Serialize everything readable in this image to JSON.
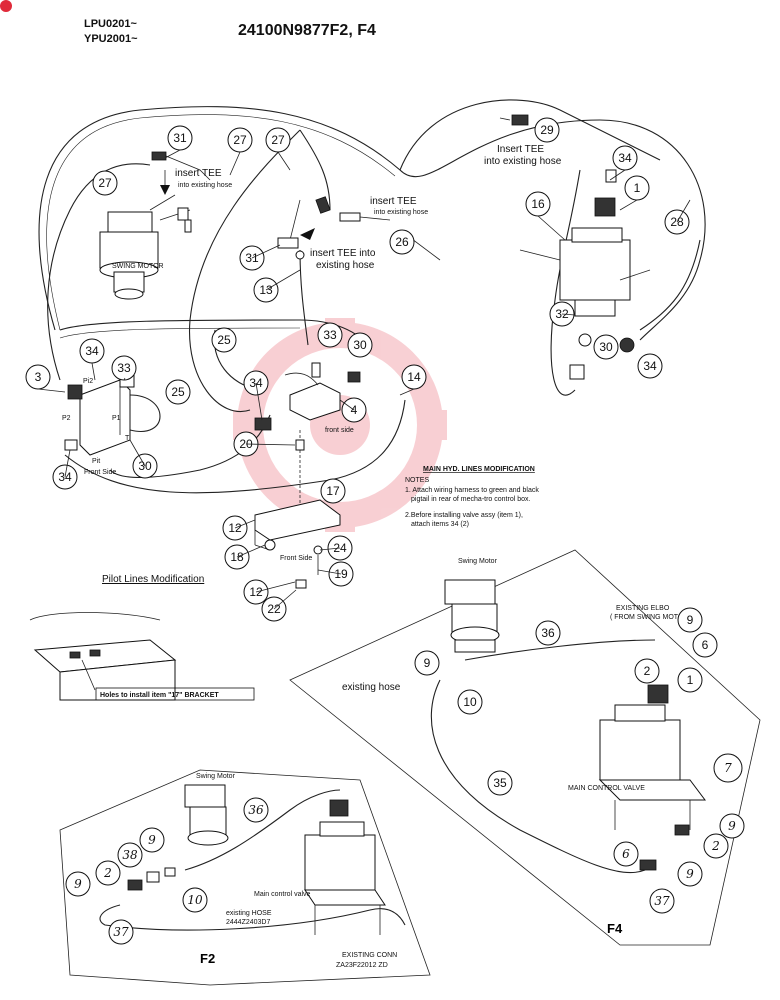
{
  "header": {
    "serial_line_1": "LPU0201~",
    "serial_line_2": "YPU2001~",
    "title": "24100N9877F2, F4"
  },
  "callouts": {
    "c1": "1",
    "c3": "3",
    "c4": "4",
    "c6": "6",
    "c9": "9",
    "c10": "10",
    "c12": "12",
    "c13": "13",
    "c14": "14",
    "c16": "16",
    "c17": "17",
    "c18": "18",
    "c19": "19",
    "c20": "20",
    "c22": "22",
    "c24": "24",
    "c25": "25",
    "c26": "26",
    "c27": "27",
    "c28": "28",
    "c29": "29",
    "c30": "30",
    "c31": "31",
    "c32": "32",
    "c33": "33",
    "c34": "34",
    "c35": "35",
    "c36": "36",
    "c37": "37",
    "c38": "38",
    "c2": "2",
    "c7": "7"
  },
  "labels": {
    "insert_tee_top_left": "insert TEE",
    "into_existing_hose_1": "into existing hose",
    "swing_motor": "SWING MOTOR",
    "insert_tee_center": "insert TEE",
    "into_existing_hose_2": "into existing hose",
    "insert_tee_into": "insert TEE into",
    "existing_hose": "existing hose",
    "insert_tee_right": "Insert TEE",
    "into_existing_hose_3": "into existing hose",
    "port_p1": "Pi2",
    "port_p2": "P2",
    "port_pt": "P1",
    "port_t": "T",
    "port_pit": "Pit",
    "front_side": "Front Side",
    "front_side_2": "front side",
    "front_side_3": "Front Side",
    "main_hyd_title": "MAIN HYD. LINES MODIFICATION",
    "notes": "NOTES",
    "note_1_line_1": "1. Attach wiring harness to green and black",
    "note_1_line_2": "pigtail in rear of mecha-tro control box.",
    "note_2_line_1": "2.Before installing valve assy (item 1),",
    "note_2_line_2": "attach items 34 (2)",
    "pilot_lines": "Pilot Lines Modification",
    "holes_label": "Holes to install item \"17\" BRACKET",
    "swing_motor_f4": "Swing Motor",
    "existing_elbo_1": "EXISTING ELBO",
    "existing_elbo_2": "( FROM SWING MOTOR)",
    "existing_hose_f4": "existing hose",
    "main_control_valve_f4": "MAIN CONTROL VALVE",
    "f4": "F4",
    "swing_motor_f2": "Swing Motor",
    "main_control_valve_f2": "Main control valve",
    "existing_hose_f2": "existing HOSE",
    "existing_hose_f2_pn": "2444Z2403D7",
    "existing_conn": "EXISTING CONN",
    "existing_conn_pn": "ZA23F22012  ZD",
    "f2": "F2"
  },
  "colors": {
    "line": "#222222",
    "watermark": "#e02a3a",
    "corner_mark": "#e02a3a"
  }
}
